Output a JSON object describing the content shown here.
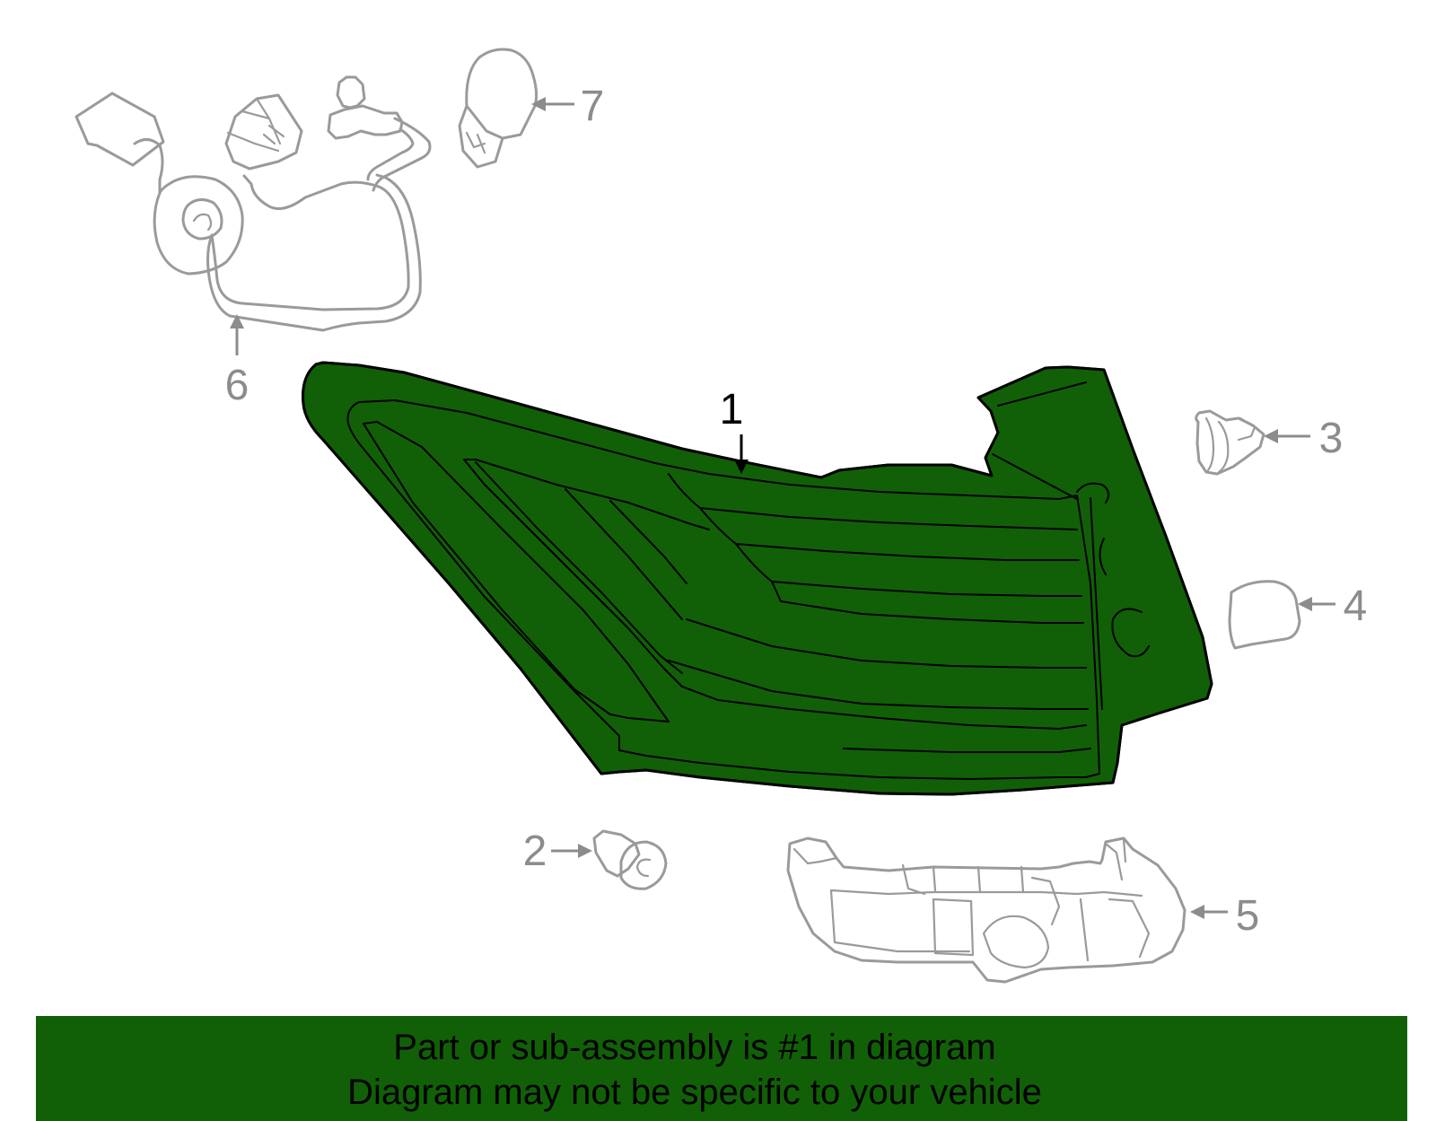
{
  "callouts": {
    "c1": "1",
    "c2": "2",
    "c3": "3",
    "c4": "4",
    "c5": "5",
    "c6": "6",
    "c7": "7"
  },
  "banner": {
    "line1": "Part or sub-assembly is #1 in diagram",
    "line2": "Diagram may not be specific to your vehicle"
  },
  "colors": {
    "highlight": "#116007",
    "outline_gray": "#9a9a9a"
  }
}
